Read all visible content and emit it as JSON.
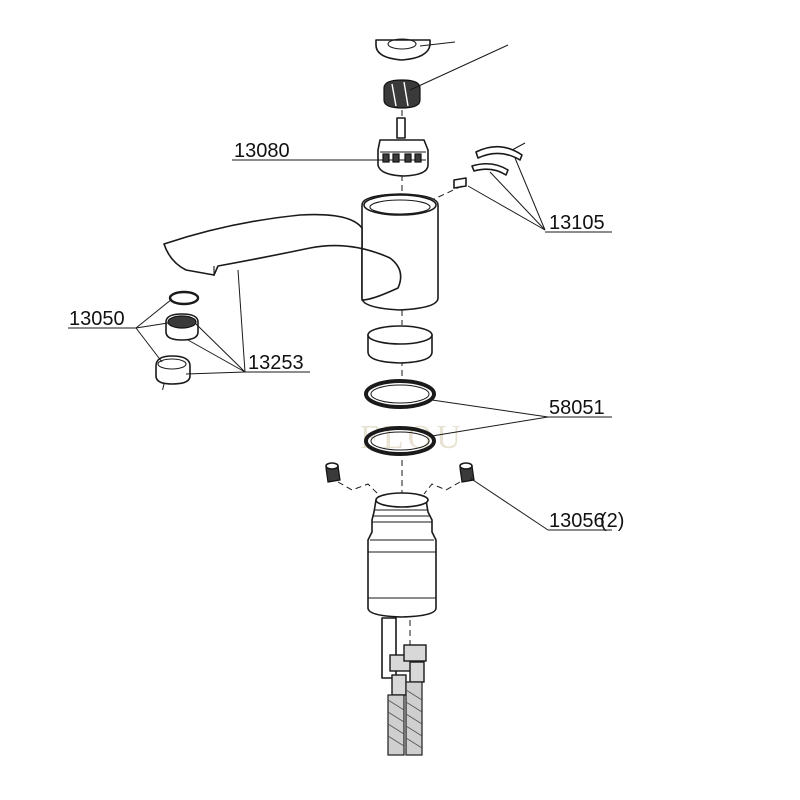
{
  "callouts": {
    "c13080": "13080",
    "c13105": "13105",
    "c13050": "13050",
    "c13253": "13253",
    "c58051": "58051",
    "c13056": "13056",
    "c13056_qty": "(2)"
  },
  "watermark": "FLOU",
  "colors": {
    "line": "#1a1a1a",
    "fill": "#ffffff",
    "shade": "#d8d8d8"
  }
}
